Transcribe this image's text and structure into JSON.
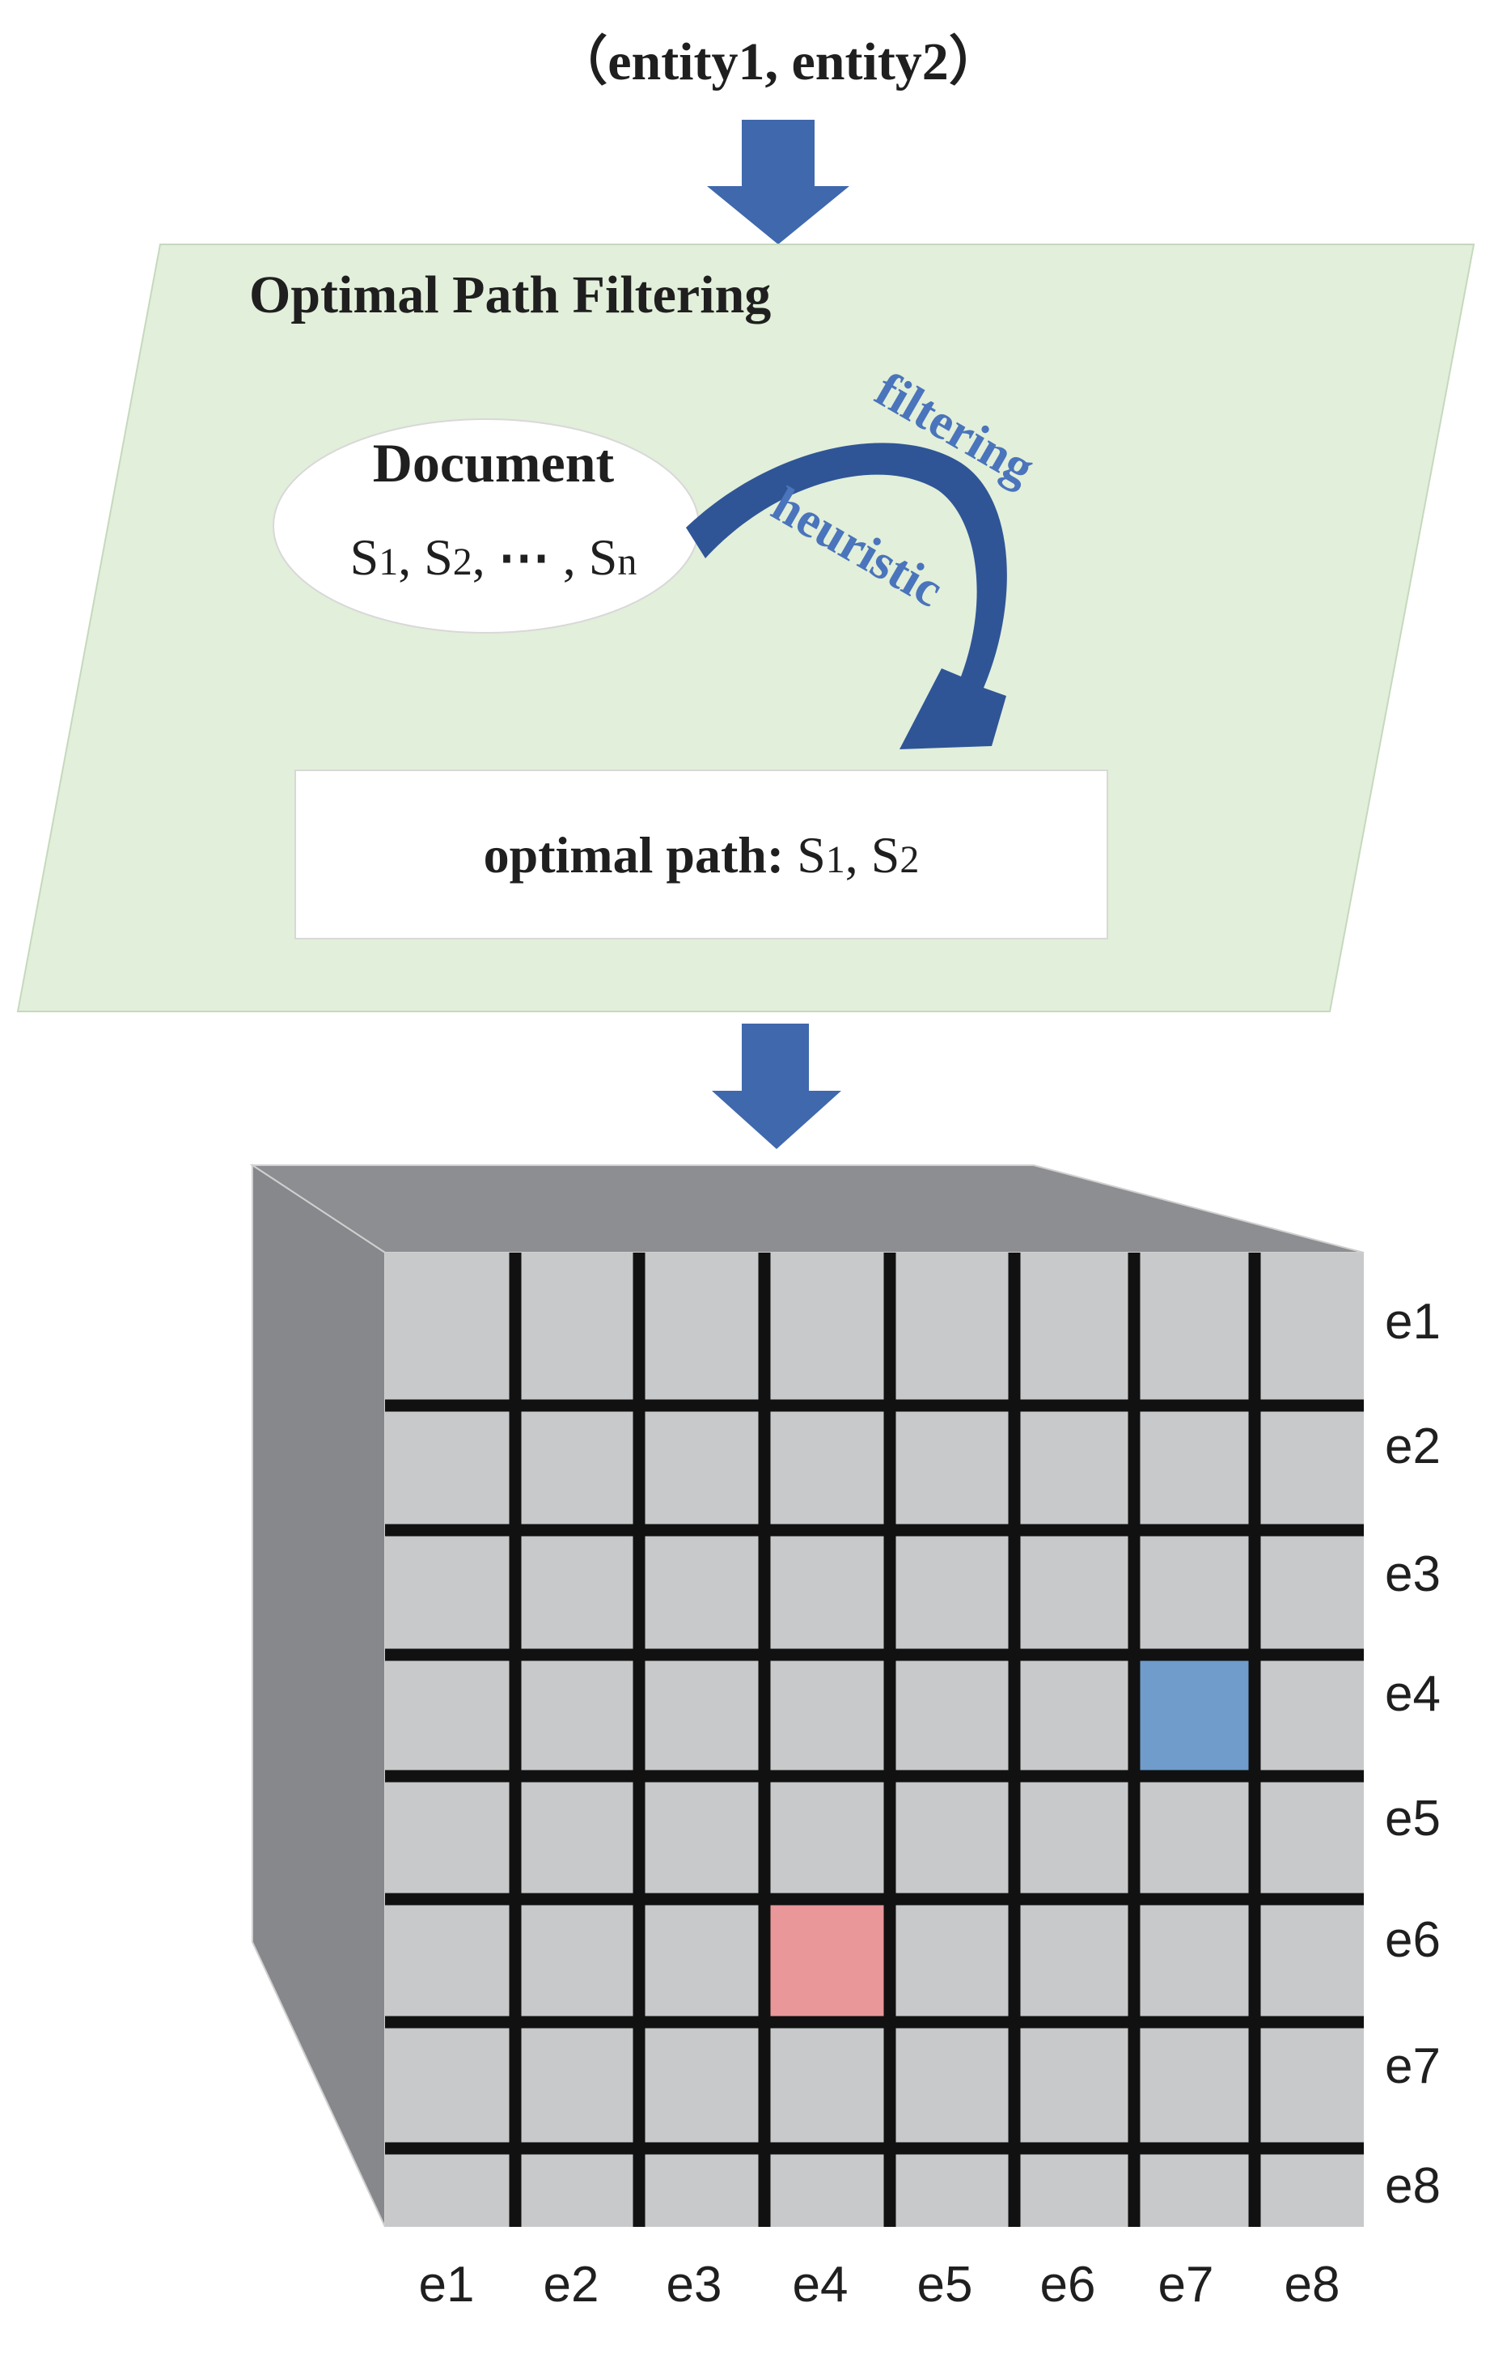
{
  "input_label": "（entity1, entity2）",
  "panel": {
    "title": "Optimal Path Filtering",
    "document": {
      "title": "Document",
      "sentences": {
        "s1": "S",
        "s1_sub": "1",
        "s2": "S",
        "s2_sub": "2",
        "ellipsis": "⋯",
        "sn": "S",
        "sn_sub": "n"
      }
    },
    "arrow_labels": {
      "outer": "filtering",
      "inner": "heuristic"
    },
    "result": {
      "label": "optimal path:",
      "s1": "S",
      "s1_sub": "1",
      "s2": "S",
      "s2_sub": "2"
    }
  },
  "matrix": {
    "row_labels": [
      "e1",
      "e2",
      "e3",
      "e4",
      "e5",
      "e6",
      "e7",
      "e8"
    ],
    "col_labels": [
      "e1",
      "e2",
      "e3",
      "e4",
      "e5",
      "e6",
      "e7",
      "e8"
    ],
    "highlights": [
      {
        "row": "e4",
        "col": "e7",
        "color": "#6f9ccb"
      },
      {
        "row": "e6",
        "col": "e4",
        "color": "#e99799"
      }
    ]
  },
  "colors": {
    "arrow": "#3f68ad",
    "panel_fill": "#e2efda",
    "panel_text": "#1f1f1f",
    "arrow_label": "#4a74bb",
    "cube_face": "#c8c9cb",
    "cube_side": "#87888b",
    "cube_top": "#8d8e91",
    "grid_line": "#111111"
  }
}
